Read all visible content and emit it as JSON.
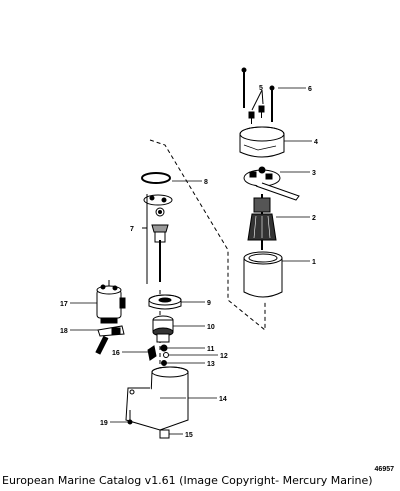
{
  "diagram": {
    "callouts": {
      "c1": "1",
      "c2": "2",
      "c3": "3",
      "c4": "4",
      "c5": "5",
      "c6": "6",
      "c7": "7",
      "c8": "8",
      "c9": "9",
      "c10": "10",
      "c11": "11",
      "c12": "12",
      "c13": "13",
      "c14": "14",
      "c15": "15",
      "c16": "16",
      "c17": "17",
      "c18": "18",
      "c19": "19"
    },
    "figure_number": "46957"
  },
  "caption": "European Marine Catalog v1.61 (Image Copyright- Mercury Marine)"
}
